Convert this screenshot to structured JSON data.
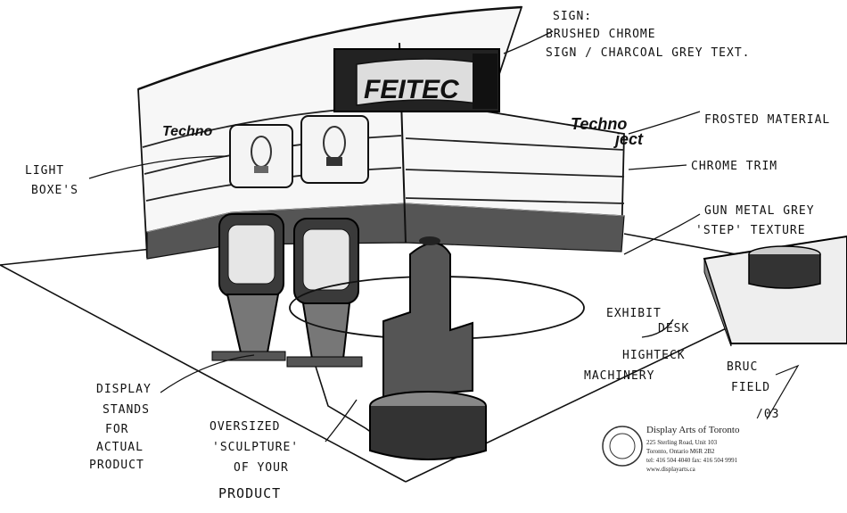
{
  "sign_brand": "FEITEC",
  "wall_brand_left": "Techno",
  "wall_brand_right_top": "Techno",
  "wall_brand_right_bottom": "ject",
  "annotations": {
    "sign_line1": "SIGN:",
    "sign_line2": "BRUSHED CHROME",
    "sign_line3": "SIGN / CHARCOAL GREY TEXT.",
    "frosted": "FROSTED MATERIAL",
    "chrome_trim": "CHROME TRIM",
    "gunmetal_line1": "GUN METAL GREY",
    "gunmetal_line2": "'STEP' TEXTURE",
    "light_line1": "LIGHT",
    "light_line2": "BOXE'S",
    "desk_line1": "EXHIBIT",
    "desk_line2": "DESK",
    "machinery_line1": "HIGHTECK",
    "machinery_line2": "MACHINERY",
    "stands_line1": "DISPLAY",
    "stands_line2": "STANDS",
    "stands_line3": "FOR",
    "stands_line4": "ACTUAL",
    "stands_line5": "PRODUCT",
    "sculpture_line1": "OVERSIZED",
    "sculpture_line2": "'SCULPTURE'",
    "sculpture_line3": "OF YOUR",
    "sculpture_line4": "PRODUCT"
  },
  "signature": {
    "name_line1": "BRUC",
    "name_line2": "FIELD",
    "year": "/03"
  },
  "studio": {
    "name": "Display Arts of Toronto",
    "address1": "225 Sterling Road, Unit 103",
    "address2": "Toronto, Ontario M6R 2B2",
    "phone": "tel: 416 504 4040  fax: 416 504 9991",
    "web": "www.displayarts.ca"
  }
}
